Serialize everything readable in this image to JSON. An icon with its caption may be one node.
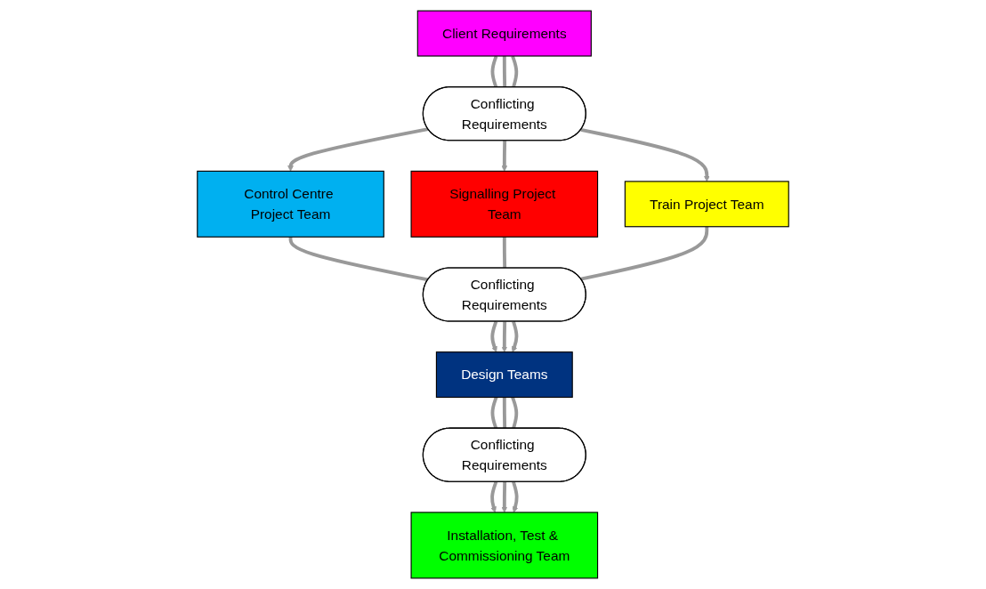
{
  "diagram": {
    "nodes": [
      {
        "text": [
          "Client Requirements"
        ]
      },
      {
        "text": [
          "Conflicting Requirements"
        ]
      },
      {
        "text": [
          "Control Centre Project Team"
        ]
      },
      {
        "text": [
          "Signalling Project Team"
        ]
      },
      {
        "text": [
          "Train Project Team"
        ]
      },
      {
        "text": [
          "Conflicting Requirements"
        ]
      },
      {
        "text": [
          "Design Teams"
        ]
      },
      {
        "text": [
          "Conflicting Requirements"
        ]
      },
      {
        "text": [
          "Installation, Test & Commissioning Team"
        ]
      }
    ],
    "edges": [
      {
        "from": 0,
        "to": 1,
        "arrow": "none"
      },
      {
        "from": 0,
        "to": 1,
        "arrow": "none"
      },
      {
        "from": 0,
        "to": 1,
        "arrow": "none"
      },
      {
        "from": 1,
        "to": 2,
        "arrow": "to"
      },
      {
        "from": 1,
        "to": 3,
        "arrow": "to"
      },
      {
        "from": 1,
        "to": 4,
        "arrow": "to"
      },
      {
        "from": 2,
        "to": 5,
        "arrow": "none"
      },
      {
        "from": 3,
        "to": 5,
        "arrow": "none"
      },
      {
        "from": 4,
        "to": 5,
        "arrow": "none"
      },
      {
        "from": 5,
        "to": 6,
        "arrow": "to"
      },
      {
        "from": 5,
        "to": 6,
        "arrow": "to"
      },
      {
        "from": 5,
        "to": 6,
        "arrow": "to"
      },
      {
        "from": 6,
        "to": 7,
        "arrow": "none"
      },
      {
        "from": 6,
        "to": 7,
        "arrow": "none"
      },
      {
        "from": 6,
        "to": 7,
        "arrow": "none"
      },
      {
        "from": 7,
        "to": 8,
        "arrow": "to"
      },
      {
        "from": 7,
        "to": 8,
        "arrow": "to"
      },
      {
        "from": 7,
        "to": 8,
        "arrow": "to"
      }
    ]
  }
}
